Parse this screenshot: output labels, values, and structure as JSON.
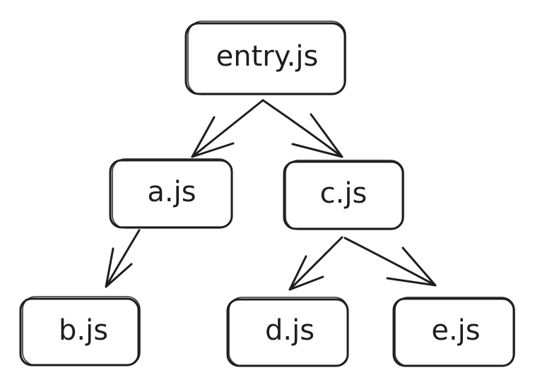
{
  "diagram": {
    "nodes": [
      {
        "id": "entry",
        "label": "entry.js"
      },
      {
        "id": "a",
        "label": "a.js"
      },
      {
        "id": "c",
        "label": "c.js"
      },
      {
        "id": "b",
        "label": "b.js"
      },
      {
        "id": "d",
        "label": "d.js"
      },
      {
        "id": "e",
        "label": "e.js"
      }
    ],
    "edges": [
      {
        "from": "entry",
        "to": "a"
      },
      {
        "from": "entry",
        "to": "c"
      },
      {
        "from": "a",
        "to": "b"
      },
      {
        "from": "c",
        "to": "d"
      },
      {
        "from": "c",
        "to": "e"
      }
    ]
  }
}
